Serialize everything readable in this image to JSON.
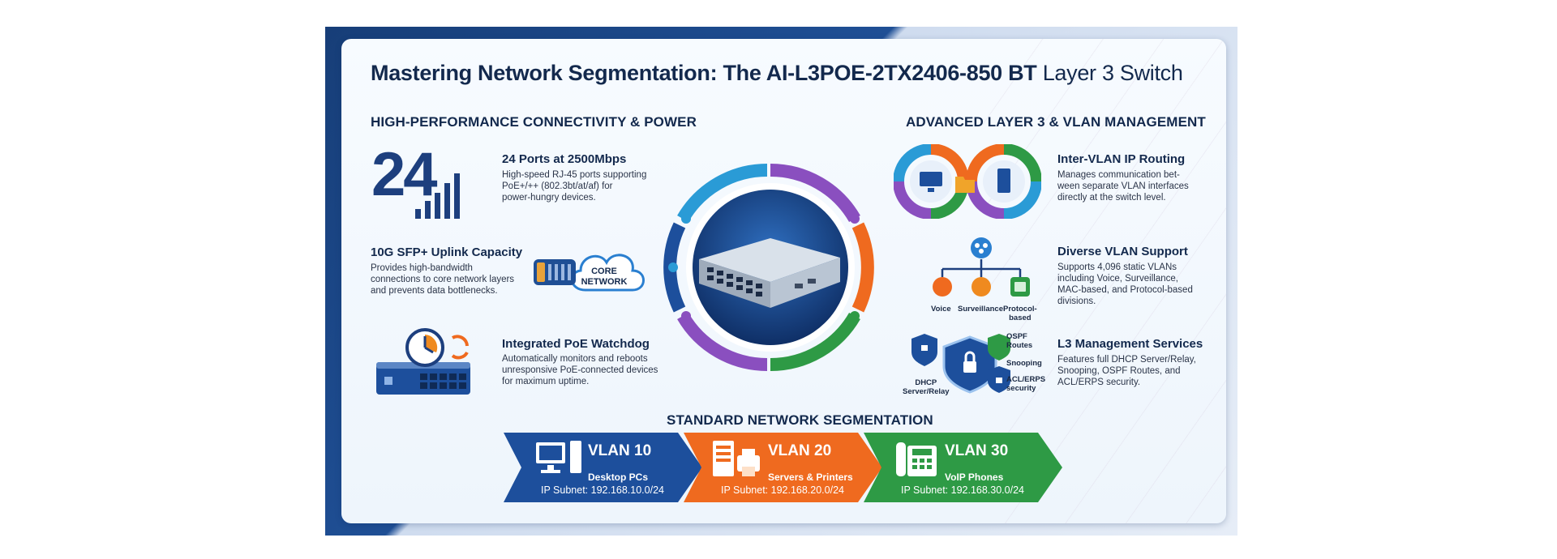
{
  "title": {
    "main": "Mastering Network Segmentation: The AI-L3POE-2TX2406-850 BT",
    "suffix": "Layer 3 Switch"
  },
  "left": {
    "heading": "HIGH-PERFORMANCE CONNECTIVITY & POWER",
    "big_number": "24",
    "features": [
      {
        "title": "24 Ports at 2500Mbps",
        "desc": [
          "High-speed RJ-45 ports supporting",
          "PoE+/++ (802.3bt/at/af) for",
          "power-hungry devices."
        ]
      },
      {
        "title": "10G SFP+ Uplink Capacity",
        "desc": [
          "Provides high-bandwidth",
          "connections to core network layers",
          "and prevents data bottlenecks."
        ]
      },
      {
        "title": "Integrated PoE Watchdog",
        "desc": [
          "Automatically monitors and reboots",
          "unresponsive PoE-connected devices",
          "for maximum uptime."
        ]
      }
    ],
    "cloud_label": [
      "CORE",
      "NETWORK"
    ]
  },
  "right": {
    "heading": "ADVANCED LAYER 3 & VLAN MANAGEMENT",
    "features": [
      {
        "title": "Inter-VLAN IP Routing",
        "desc": [
          "Manages communication bet-",
          "ween separate VLAN interfaces",
          "directly at the switch level."
        ]
      },
      {
        "title": "Diverse VLAN Support",
        "desc": [
          "Supports 4,096 static VLANs",
          "including Voice, Surveillance,",
          "MAC-based, and Protocol-based",
          "divisions."
        ]
      },
      {
        "title": "L3 Management Services",
        "desc": [
          "Features full DHCP Server/Relay,",
          "Snooping, OSPF Routes, and",
          "ACL/ERPS security."
        ]
      }
    ],
    "tree_labels": {
      "voice": "Voice",
      "surveillance": "Surveillance",
      "protocol": [
        "Protocol-",
        "based"
      ]
    },
    "shield_labels": {
      "dhcp": [
        "DHCP",
        "Server/Relay"
      ],
      "ospf": [
        "OSPF",
        "Routes"
      ],
      "snooping": "Snooping",
      "acl": [
        "ACL/ERPS",
        "security"
      ]
    }
  },
  "segmentation": {
    "heading": "STANDARD NETWORK SEGMENTATION",
    "vlans": [
      {
        "name": "VLAN 10",
        "devices": "Desktop PCs",
        "subnet": "IP Subnet: 192.168.10.0/24",
        "color": "#1d4f9c"
      },
      {
        "name": "VLAN 20",
        "devices": "Servers & Printers",
        "subnet": "IP Subnet: 192.168.20.0/24",
        "color": "#ef6a1f"
      },
      {
        "name": "VLAN 30",
        "devices": "VoIP Phones",
        "subnet": "IP Subnet: 192.168.30.0/24",
        "color": "#2e9a45"
      }
    ]
  },
  "colors": {
    "navy": "#13294d",
    "blue": "#1d4f9c",
    "orange": "#ef6a1f",
    "green": "#2e9a45",
    "purple": "#8a4fbf",
    "cyan": "#2a9bd6"
  }
}
